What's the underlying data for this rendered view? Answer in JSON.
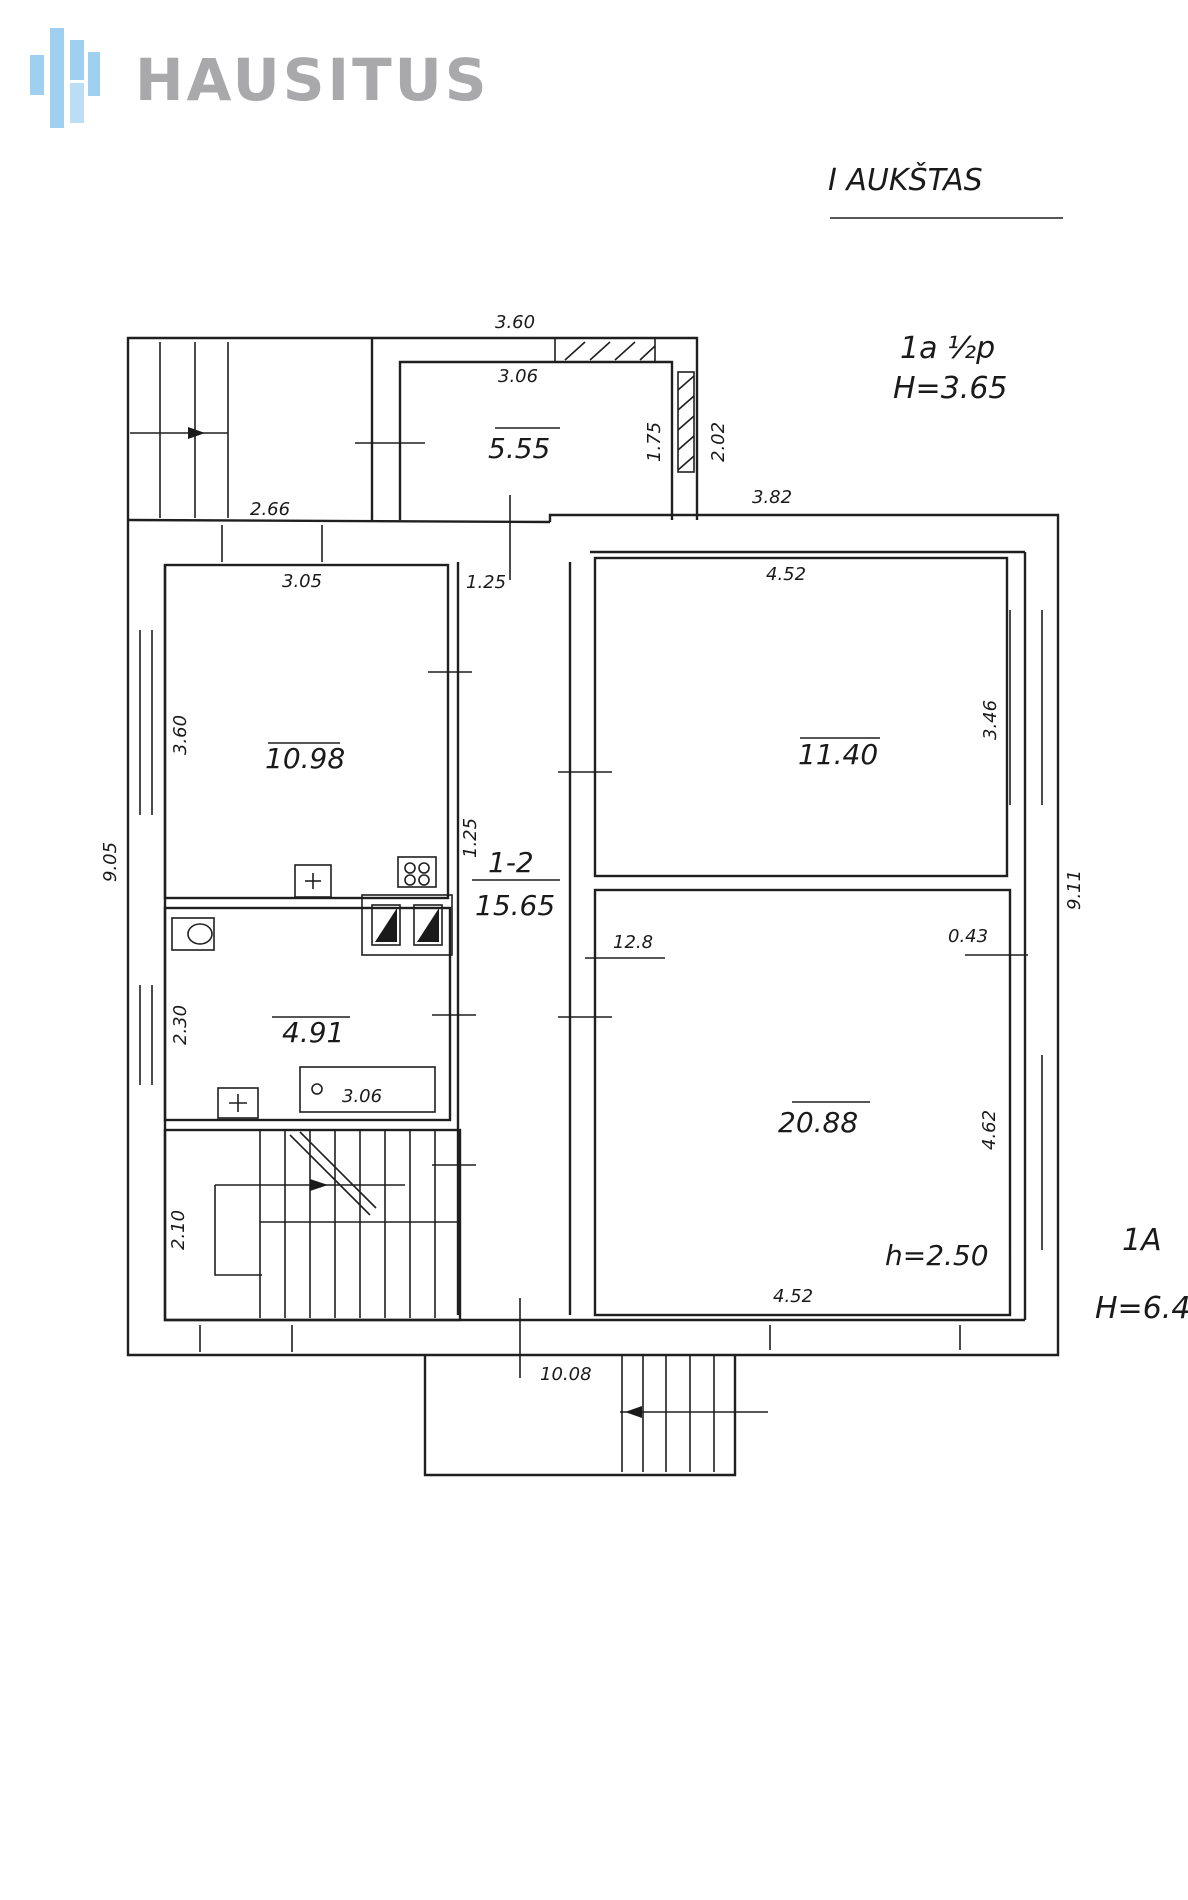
{
  "brand": {
    "name": "HAUSITUS",
    "logo_color": "#a9a9ab",
    "mark_color": "#9fd0f0"
  },
  "floor_title": "I AUKŠTAS",
  "header_notes": {
    "cat": "1a ½p",
    "height": "H=3.65"
  },
  "side_notes": {
    "cut_label": "1A",
    "height": "H=6.4"
  },
  "rooms": {
    "small_top": "5.55",
    "top_left": "10.98",
    "top_right": "11.40",
    "corridor_code": "1-2",
    "corridor": "15.65",
    "bath": "4.91",
    "bottom_right": "20.88",
    "bottom_right_height": "h=2.50"
  },
  "dimensions": {
    "top_width": "3.60",
    "small_top_width": "3.06",
    "small_top_h1": "1.75",
    "small_top_h2": "2.02",
    "right_offset": "3.82",
    "porch_left": "2.66",
    "top_left_width": "3.05",
    "top_left_height": "3.60",
    "corridor_width": "1.25",
    "top_right_width": "4.52",
    "top_right_height": "3.46",
    "chimney": "1.25",
    "left_total": "9.05",
    "right_total": "9.11",
    "door_left": "12.8",
    "wall_right": "0.43",
    "bath_height": "2.30",
    "tub_length": "3.06",
    "bottom_right_height_dim": "4.62",
    "stair_height": "2.10",
    "bottom_right_width": "4.52",
    "total_width": "10.08"
  }
}
